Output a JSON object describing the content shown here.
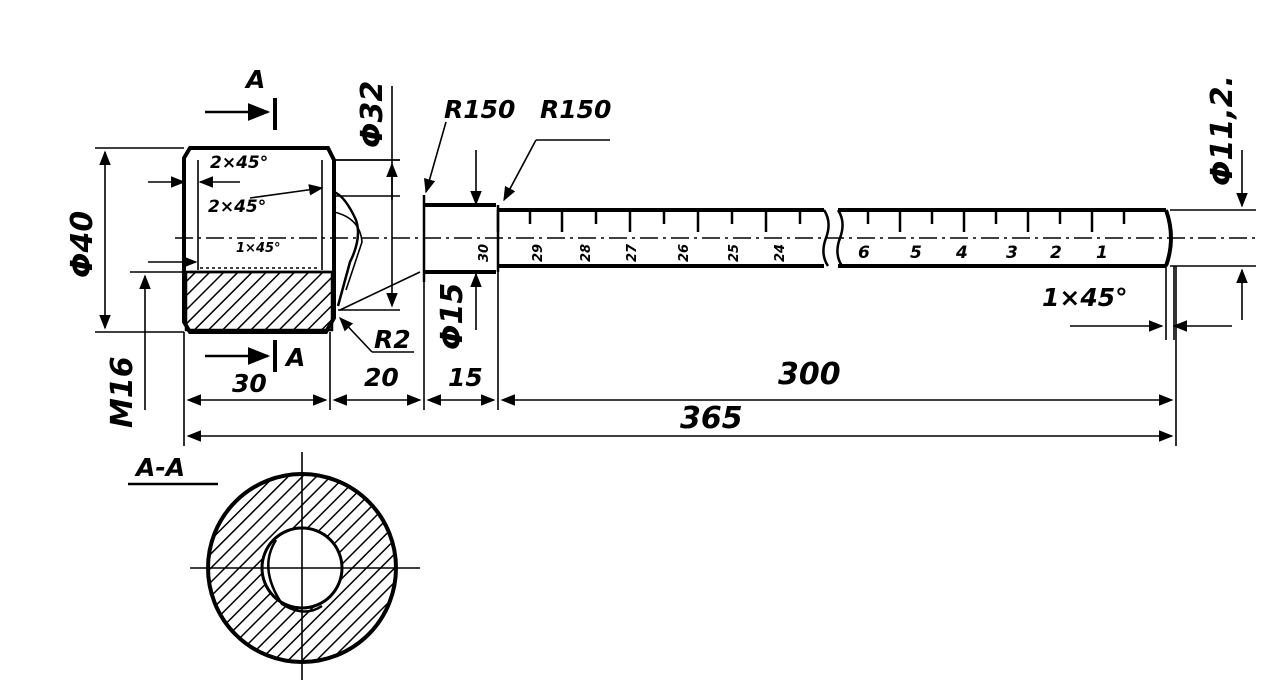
{
  "section_marker": {
    "letter_top": "A",
    "letter_bottom": "A",
    "section_title": "A-A"
  },
  "dimensions": {
    "dia_40": "Φ40",
    "dia_32": "Φ32",
    "dia_15": "Φ15",
    "dia_11_2": "Φ11,2.",
    "thread": "M16",
    "radius_left": "R150",
    "radius_right": "R150",
    "fillet": "R2",
    "len_30": "30",
    "len_20": "20",
    "len_15": "15",
    "len_300": "300",
    "len_365": "365"
  },
  "chamfers": {
    "top_1": "2×45°",
    "top_2": "2×45°",
    "inner": "1×45°",
    "end": "1×45°"
  },
  "scale": {
    "left_marks": [
      "30",
      "29",
      "28",
      "27",
      "26",
      "25",
      "24"
    ],
    "right_marks": [
      "6",
      "5",
      "4",
      "3",
      "2",
      "1"
    ]
  }
}
